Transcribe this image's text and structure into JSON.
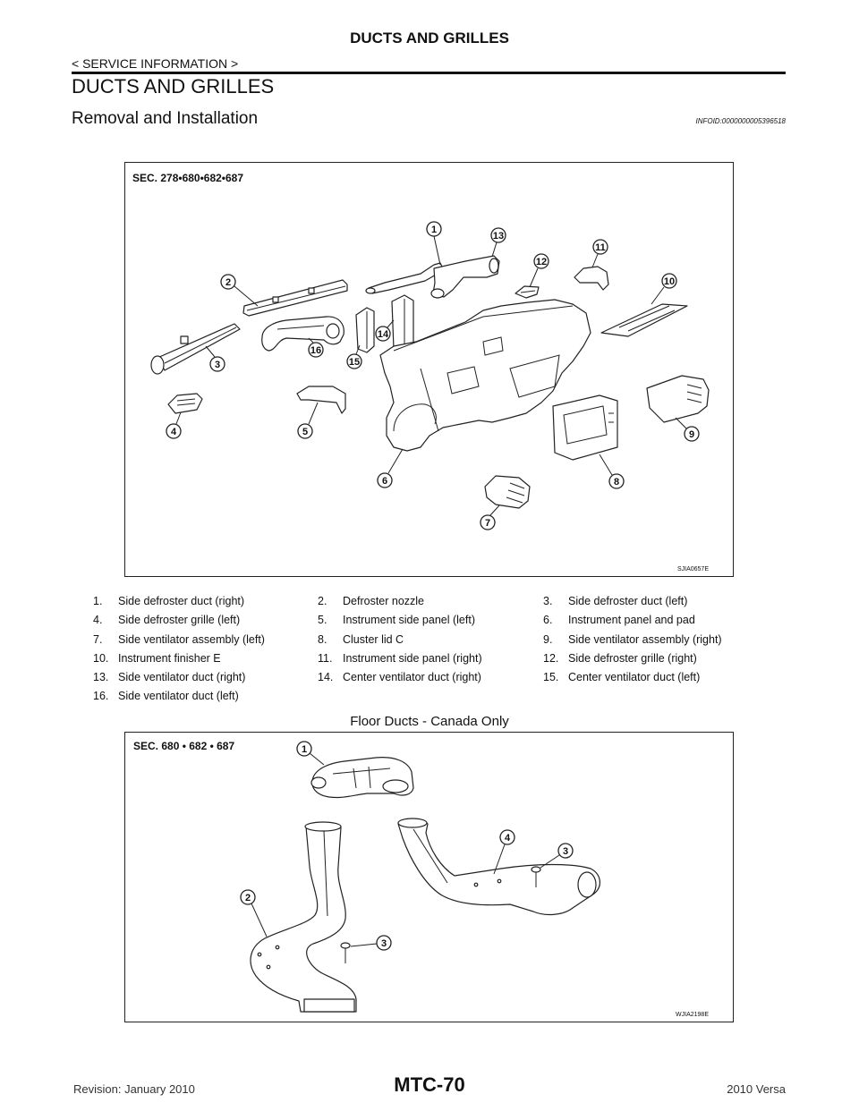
{
  "header": {
    "title": "DUCTS AND GRILLES",
    "section": "< SERVICE INFORMATION >"
  },
  "page": {
    "heading": "DUCTS AND GRILLES",
    "subheading": "Removal and Installation",
    "info_id": "INFOID:0000000005396518"
  },
  "figure1": {
    "sec_label": "SEC. 278•680•682•687",
    "figure_id": "SJIA0657E",
    "callouts": [
      "1",
      "13",
      "12",
      "11",
      "10",
      "2",
      "16",
      "14",
      "15",
      "3",
      "4",
      "5",
      "9",
      "6",
      "8",
      "7"
    ]
  },
  "parts": [
    {
      "num": "1.",
      "name": "Side defroster duct (right)"
    },
    {
      "num": "2.",
      "name": "Defroster nozzle"
    },
    {
      "num": "3.",
      "name": "Side defroster duct (left)"
    },
    {
      "num": "4.",
      "name": "Side defroster grille (left)"
    },
    {
      "num": "5.",
      "name": "Instrument side panel (left)"
    },
    {
      "num": "6.",
      "name": "Instrument panel and pad"
    },
    {
      "num": "7.",
      "name": "Side ventilator assembly (left)"
    },
    {
      "num": "8.",
      "name": "Cluster lid C"
    },
    {
      "num": "9.",
      "name": "Side ventilator assembly (right)"
    },
    {
      "num": "10.",
      "name": "Instrument finisher E"
    },
    {
      "num": "11.",
      "name": "Instrument side panel (right)"
    },
    {
      "num": "12.",
      "name": "Side defroster grille (right)"
    },
    {
      "num": "13.",
      "name": "Side ventilator duct (right)"
    },
    {
      "num": "14.",
      "name": "Center ventilator duct (right)"
    },
    {
      "num": "15.",
      "name": "Center ventilator duct (left)"
    },
    {
      "num": "16.",
      "name": "Side ventilator duct (left)"
    }
  ],
  "figure2": {
    "caption": "Floor Ducts - Canada Only",
    "sec_label": "SEC. 680 • 682 • 687",
    "figure_id": "WJIA2198E",
    "callouts": [
      "1",
      "2",
      "3",
      "3",
      "4"
    ]
  },
  "footer": {
    "revision": "Revision: January 2010",
    "page_number": "MTC-70",
    "model": "2010 Versa"
  }
}
